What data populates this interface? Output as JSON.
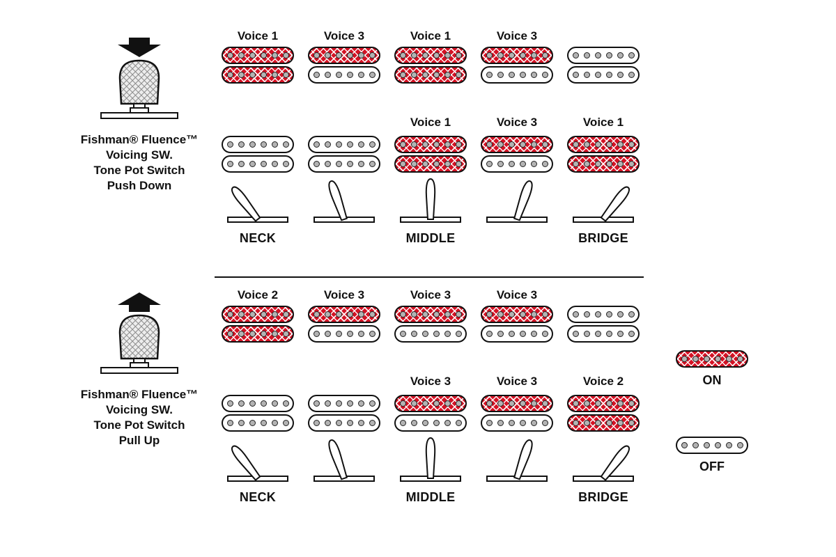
{
  "colors": {
    "on_red": "#d41224",
    "outline": "#111111",
    "dot_fill": "#b3b3b3"
  },
  "legend": {
    "on_label": "ON",
    "off_label": "OFF"
  },
  "sections": [
    {
      "name": "push-down",
      "control": {
        "arrow": "down",
        "lines": [
          "Fishman® Fluence™",
          "Voicing SW.",
          "Tone Pot Switch",
          "Push Down"
        ]
      },
      "neck_row": {
        "voices": [
          "Voice 1",
          "Voice 3",
          "Voice 1",
          "Voice 3",
          ""
        ],
        "states": [
          [
            "on",
            "on"
          ],
          [
            "on",
            "off"
          ],
          [
            "on",
            "on"
          ],
          [
            "on",
            "off"
          ],
          [
            "off",
            "off"
          ]
        ]
      },
      "bridge_row": {
        "voices": [
          "",
          "",
          "Voice 1",
          "Voice 3",
          "Voice 1"
        ],
        "states": [
          [
            "off",
            "off"
          ],
          [
            "off",
            "off"
          ],
          [
            "on",
            "on"
          ],
          [
            "on",
            "off"
          ],
          [
            "on",
            "on"
          ]
        ]
      },
      "lever_angles": [
        -38,
        -19,
        0,
        19,
        38
      ],
      "position_labels": [
        "NECK",
        "",
        "MIDDLE",
        "",
        "BRIDGE"
      ]
    },
    {
      "name": "pull-up",
      "control": {
        "arrow": "up",
        "lines": [
          "Fishman® Fluence™",
          "Voicing SW.",
          "Tone Pot Switch",
          "Pull Up"
        ]
      },
      "neck_row": {
        "voices": [
          "Voice 2",
          "Voice 3",
          "Voice 3",
          "Voice 3",
          ""
        ],
        "states": [
          [
            "on",
            "on"
          ],
          [
            "on",
            "off"
          ],
          [
            "on",
            "off"
          ],
          [
            "on",
            "off"
          ],
          [
            "off",
            "off"
          ]
        ]
      },
      "bridge_row": {
        "voices": [
          "",
          "",
          "Voice 3",
          "Voice 3",
          "Voice 2"
        ],
        "states": [
          [
            "off",
            "off"
          ],
          [
            "off",
            "off"
          ],
          [
            "on",
            "off"
          ],
          [
            "on",
            "off"
          ],
          [
            "on",
            "on"
          ]
        ]
      },
      "lever_angles": [
        -38,
        -19,
        0,
        19,
        38
      ],
      "position_labels": [
        "NECK",
        "",
        "MIDDLE",
        "",
        "BRIDGE"
      ]
    }
  ]
}
